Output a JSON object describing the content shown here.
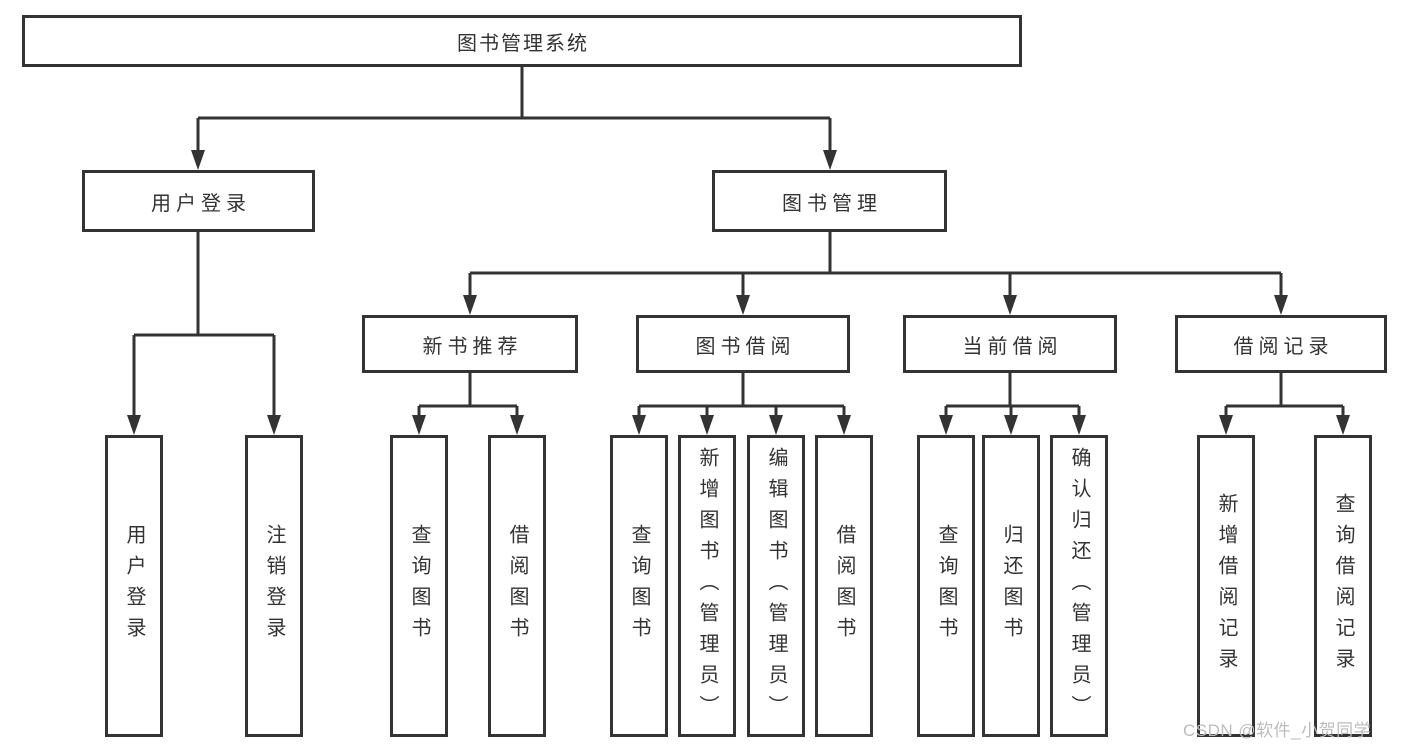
{
  "colors": {
    "line": "#333333",
    "text": "#333333",
    "background": "#ffffff",
    "watermark": "#bcbcbe"
  },
  "watermark": {
    "text": "CSDN @软件_小贺同学"
  },
  "tree": {
    "root": {
      "label": "图书管理系统",
      "children": [
        {
          "label": "用户登录",
          "children": [
            {
              "label": "用户登录"
            },
            {
              "label": "注销登录"
            }
          ]
        },
        {
          "label": "图书管理",
          "children": [
            {
              "label": "新书推荐",
              "children": [
                {
                  "label": "查询图书"
                },
                {
                  "label": "借阅图书"
                }
              ]
            },
            {
              "label": "图书借阅",
              "children": [
                {
                  "label": "查询图书"
                },
                {
                  "label": "新增图书（管理员）"
                },
                {
                  "label": "编辑图书（管理员）"
                },
                {
                  "label": "借阅图书"
                }
              ]
            },
            {
              "label": "当前借阅",
              "children": [
                {
                  "label": "查询图书"
                },
                {
                  "label": "归还图书"
                },
                {
                  "label": "确认归还（管理员）"
                }
              ]
            },
            {
              "label": "借阅记录",
              "children": [
                {
                  "label": "新增借阅记录"
                },
                {
                  "label": "查询借阅记录"
                }
              ]
            }
          ]
        }
      ]
    }
  }
}
